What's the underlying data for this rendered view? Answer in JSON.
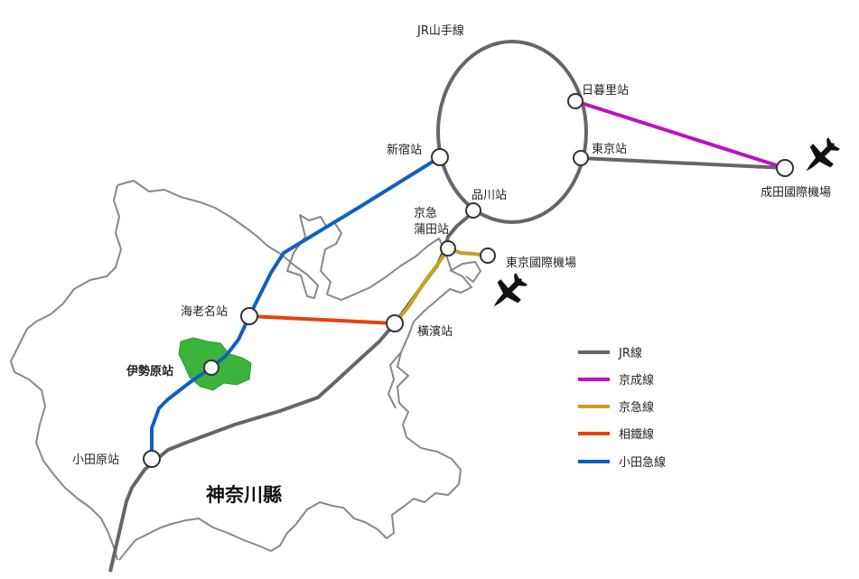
{
  "map": {
    "region_label": "神奈川縣",
    "loop_label": "JR山手線",
    "stations": {
      "nippori": "日暮里站",
      "tokyo": "東京站",
      "narita": "成田國際機場",
      "shinjuku": "新宿站",
      "shinagawa": "品川站",
      "kamata": "京急\n蒲田站",
      "haneda": "東京國際機場",
      "ebina": "海老名站",
      "yokohama": "橫濱站",
      "isehara": "伊勢原站",
      "odawara": "小田原站"
    },
    "icons": [
      "airplane-icon",
      "airplane-icon"
    ]
  },
  "legend": [
    {
      "label": "JR線",
      "color": "#666666"
    },
    {
      "label": "京成線",
      "color": "#c010c0"
    },
    {
      "label": "京急線",
      "color": "#c9a020"
    },
    {
      "label": "相鐵線",
      "color": "#e84010"
    },
    {
      "label": "小田急線",
      "color": "#1060c0"
    }
  ],
  "colors": {
    "jr": "#666666",
    "keisei": "#c010c0",
    "keikyu": "#c9a020",
    "sotetsu": "#e84010",
    "odakyu": "#1060c0",
    "isehara_area": "#3cb33c"
  }
}
